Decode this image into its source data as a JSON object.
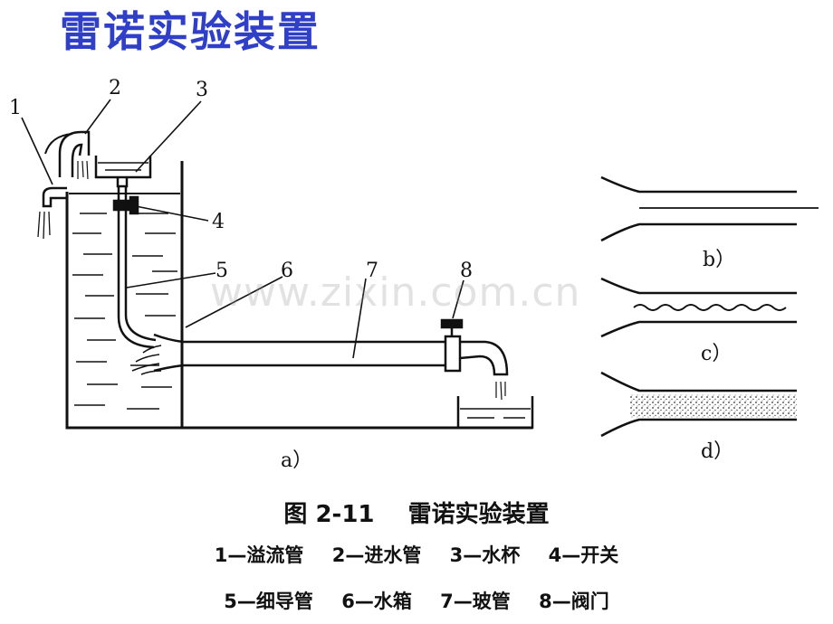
{
  "title": "雷诺实验装置",
  "labels": {
    "n1": "1",
    "n2": "2",
    "n3": "3",
    "n4": "4",
    "n5": "5",
    "n6": "6",
    "n7": "7",
    "n8": "8"
  },
  "sublabels": {
    "a": "a）",
    "b": "b）",
    "c": "c）",
    "d": "d）"
  },
  "watermark": "www.zixin.com.cn",
  "caption": {
    "figure_no": "图 2-11",
    "figure_title": "雷诺实验装置"
  },
  "legend": [
    "1—溢流管",
    "2—进水管",
    "3—水杯",
    "4—开关",
    "5—细导管",
    "6—水箱",
    "7—玻管",
    "8—阀门"
  ]
}
